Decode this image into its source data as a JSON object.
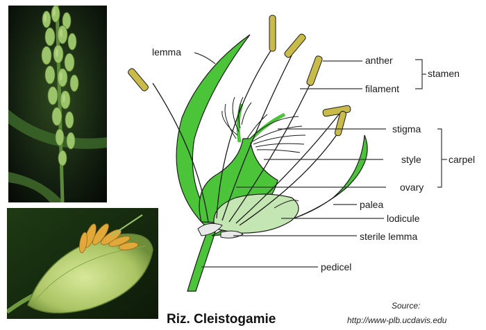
{
  "title": "Riz. Cleistogamie",
  "source": {
    "label": "Source:",
    "url": "http://www-plb.ucdavis.edu"
  },
  "labels": {
    "lemma": "lemma",
    "anther": "anther",
    "filament": "filament",
    "stamen": "stamen",
    "stigma": "stigma",
    "style": "style",
    "ovary": "ovary",
    "carpel": "carpel",
    "palea": "palea",
    "lodicule": "lodicule",
    "sterile_lemma": "sterile lemma",
    "pedicel": "pedicel"
  },
  "colors": {
    "flower_green": "#4cc43a",
    "flower_light": "#c4e6b2",
    "anther": "#c9bb4a",
    "outline": "#1a1a1a"
  }
}
